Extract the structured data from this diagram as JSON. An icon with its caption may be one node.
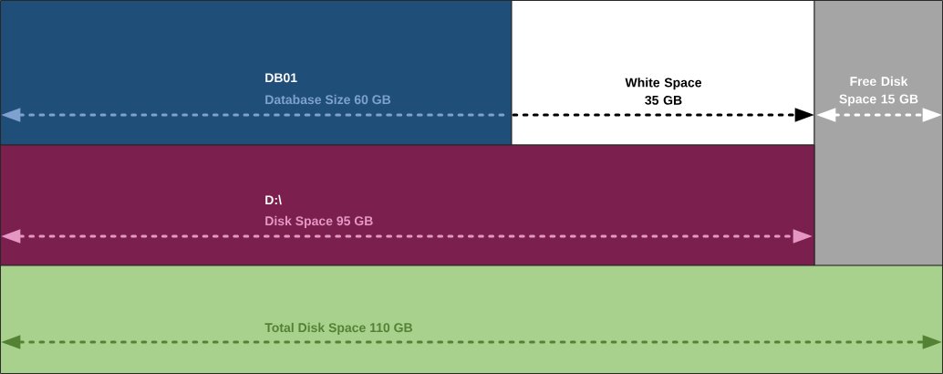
{
  "diagram": {
    "nodes": [
      {
        "text": [
          "DB01",
          "Database Size 60 GB"
        ]
      },
      {
        "text": [
          "White Space 35 GB"
        ]
      },
      {
        "text": [
          "Free Disk Space 15 GB"
        ]
      },
      {
        "text": [
          "D:\\",
          "Disk Space 95 GB"
        ]
      },
      {
        "text": [
          "Total Disk Space 110 GB"
        ]
      }
    ]
  }
}
